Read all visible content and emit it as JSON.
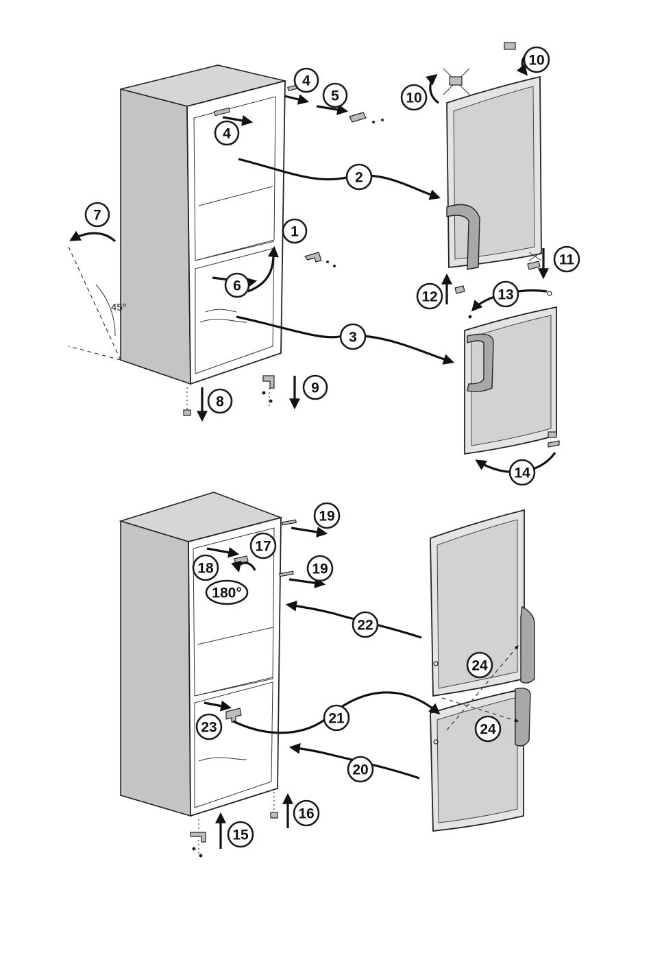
{
  "figure": {
    "angle_label": "45°",
    "rotation_label": "180°",
    "steps": [
      "1",
      "2",
      "3",
      "4",
      "5",
      "6",
      "7",
      "8",
      "9",
      "10",
      "11",
      "12",
      "13",
      "14",
      "15",
      "16",
      "17",
      "18",
      "19",
      "20",
      "21",
      "22",
      "23",
      "24"
    ]
  },
  "colors": {
    "line": "#222222",
    "panel_light": "#d6d6d6",
    "panel_dark": "#c4c4c4",
    "handle": "#a8a8a8"
  }
}
